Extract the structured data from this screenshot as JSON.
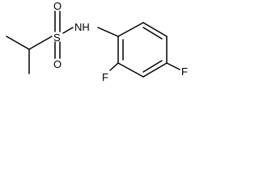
{
  "molecule": {
    "atoms": {
      "sulfur": "S",
      "oxygen_top": "O",
      "oxygen_bottom": "O",
      "nitrogen_hydrogen": "NH",
      "fluorine_ortho": "F",
      "fluorine_para": "F"
    }
  }
}
